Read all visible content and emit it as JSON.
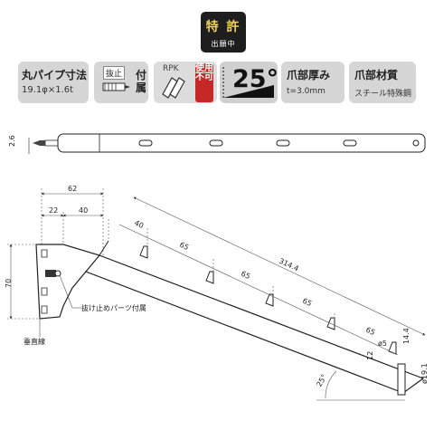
{
  "badges": {
    "patent_main": "特 許",
    "patent_sub": "出願中",
    "pipe_title": "丸パイプ寸法",
    "pipe_spec": "19.1φ×1.6t",
    "stopper_label": "抜止",
    "attached": "付属",
    "rpk": "RPK",
    "usage": "使用不可",
    "angle": "25°",
    "claw_thickness_title": "爪部厚み",
    "claw_thickness_value": "t=3.0mm",
    "claw_material_title": "爪部材質",
    "claw_material_value": "スチール特殊鋼"
  },
  "dimensions": {
    "top_thickness": "2.6",
    "d62": "62",
    "d22": "22",
    "d40a": "40",
    "d40b": "40",
    "d65a": "65",
    "d65b": "65",
    "d65c": "65",
    "d65d": "65",
    "d314": "314.4",
    "d70": "70",
    "d14": "14.4",
    "d12": "12",
    "d5": "ø5",
    "d19": "ø19.1",
    "d25": "25°"
  },
  "notes": {
    "stopper_part": "抜け止めパーツ付属",
    "vertical_line": "垂直線"
  }
}
